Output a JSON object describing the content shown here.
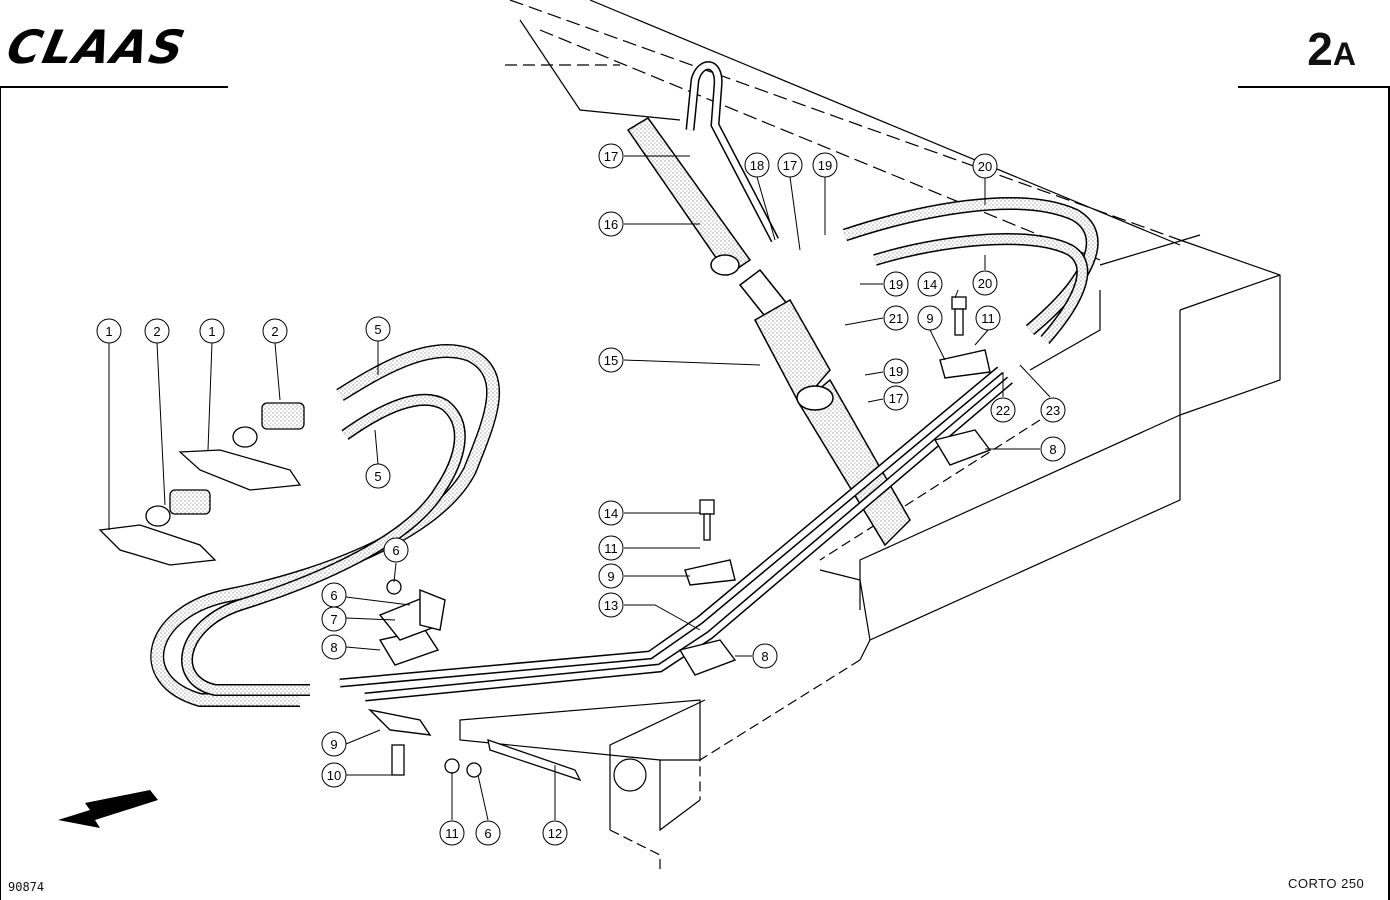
{
  "header": {
    "logo_text": "CLAAS",
    "page_number": "2",
    "page_suffix": "A"
  },
  "footer": {
    "drawing_number": "90874",
    "model": "CORTO 250"
  },
  "callouts": [
    {
      "id": "c1a",
      "label": "1"
    },
    {
      "id": "c2a",
      "label": "2"
    },
    {
      "id": "c1b",
      "label": "1"
    },
    {
      "id": "c2b",
      "label": "2"
    },
    {
      "id": "c5a",
      "label": "5"
    },
    {
      "id": "c5b",
      "label": "5"
    },
    {
      "id": "c6a",
      "label": "6"
    },
    {
      "id": "c6b",
      "label": "6"
    },
    {
      "id": "c7",
      "label": "7"
    },
    {
      "id": "c8a",
      "label": "8"
    },
    {
      "id": "c9a",
      "label": "9"
    },
    {
      "id": "c10",
      "label": "10"
    },
    {
      "id": "c11a",
      "label": "11"
    },
    {
      "id": "c6c",
      "label": "6"
    },
    {
      "id": "c12",
      "label": "12"
    },
    {
      "id": "c14a",
      "label": "14"
    },
    {
      "id": "c11b",
      "label": "11"
    },
    {
      "id": "c9b",
      "label": "9"
    },
    {
      "id": "c13",
      "label": "13"
    },
    {
      "id": "c8b",
      "label": "8"
    },
    {
      "id": "c17a",
      "label": "17"
    },
    {
      "id": "c16",
      "label": "16"
    },
    {
      "id": "c15",
      "label": "15"
    },
    {
      "id": "c18",
      "label": "18"
    },
    {
      "id": "c17b",
      "label": "17"
    },
    {
      "id": "c19a",
      "label": "19"
    },
    {
      "id": "c20a",
      "label": "20"
    },
    {
      "id": "c20b",
      "label": "20"
    },
    {
      "id": "c19b",
      "label": "19"
    },
    {
      "id": "c14b",
      "label": "14"
    },
    {
      "id": "c21",
      "label": "21"
    },
    {
      "id": "c9c",
      "label": "9"
    },
    {
      "id": "c11c",
      "label": "11"
    },
    {
      "id": "c19c",
      "label": "19"
    },
    {
      "id": "c17c",
      "label": "17"
    },
    {
      "id": "c22",
      "label": "22"
    },
    {
      "id": "c23",
      "label": "23"
    },
    {
      "id": "c8c",
      "label": "8"
    }
  ]
}
